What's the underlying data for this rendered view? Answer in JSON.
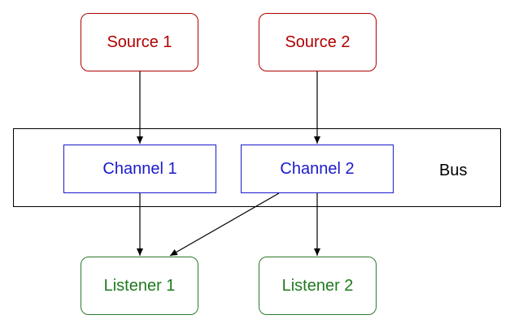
{
  "nodes": {
    "source_1": "Source 1",
    "source_2": "Source 2",
    "channel_1": "Channel 1",
    "channel_2": "Channel 2",
    "bus": "Bus",
    "listener_1": "Listener 1",
    "listener_2": "Listener 2"
  },
  "edges": [
    {
      "from": "Source 1",
      "to": "Channel 1"
    },
    {
      "from": "Source 2",
      "to": "Channel 2"
    },
    {
      "from": "Channel 1",
      "to": "Listener 1"
    },
    {
      "from": "Channel 2",
      "to": "Listener 1"
    },
    {
      "from": "Channel 2",
      "to": "Listener 2"
    }
  ],
  "colors": {
    "source": "#b20000",
    "channel": "#1a1acc",
    "listener": "#1f7a1f",
    "bus": "#000000"
  }
}
